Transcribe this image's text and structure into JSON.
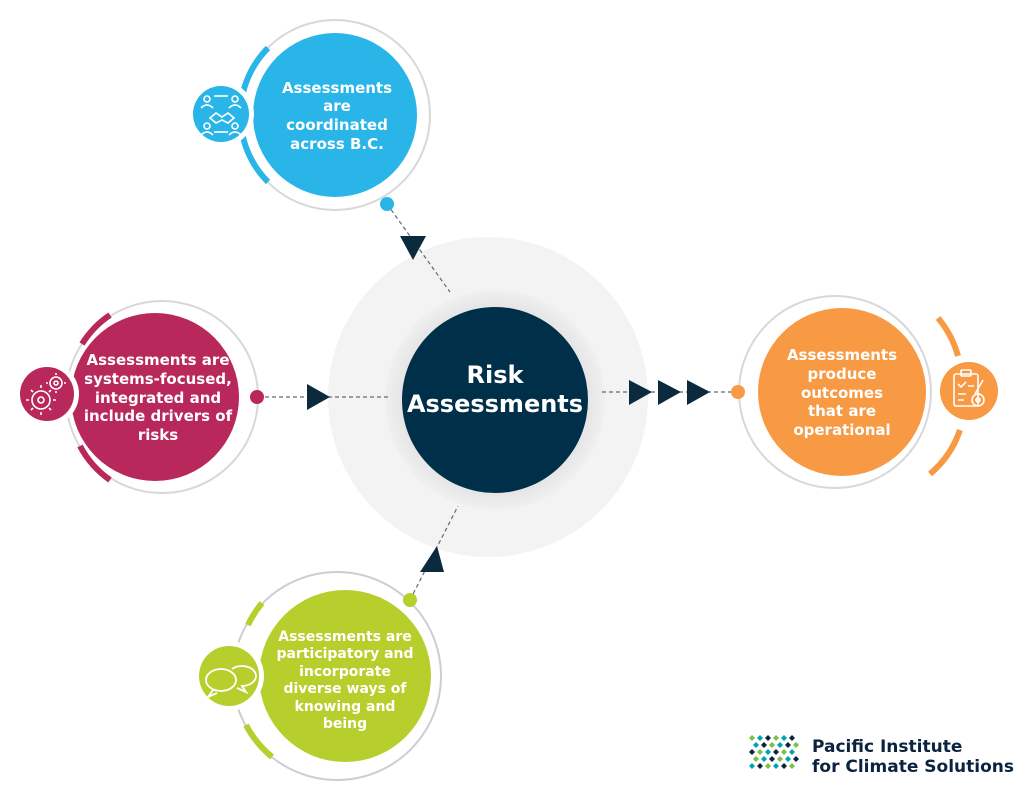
{
  "center": {
    "label": "Risk\nAssessments",
    "color": "#003049"
  },
  "nodes": [
    {
      "id": "coordinated",
      "label": "Assessments\nare\ncoordinated\nacross B.C.",
      "color": "#29b5e8",
      "icon": "collaboration-handshake-icon"
    },
    {
      "id": "systems",
      "label": "Assessments are\nsystems-focused,\nintegrated and\ninclude drivers of\nrisks",
      "color": "#b8285a",
      "icon": "gears-icon"
    },
    {
      "id": "outcomes",
      "label": "Assessments\nproduce\noutcomes\nthat are\noperational",
      "color": "#f79a43",
      "icon": "clipboard-gear-icon"
    },
    {
      "id": "participatory",
      "label": "Assessments are\nparticipatory and\nincorporate\ndiverse ways of\nknowing and\nbeing",
      "color": "#b7cf2d",
      "icon": "speech-bubbles-icon"
    }
  ],
  "arrow_color": "#0c2a3d",
  "logo": {
    "line1": "Pacific Institute",
    "line2": "for Climate Solutions",
    "colors": [
      "#7ac043",
      "#00a3b4",
      "#0c2340"
    ]
  }
}
